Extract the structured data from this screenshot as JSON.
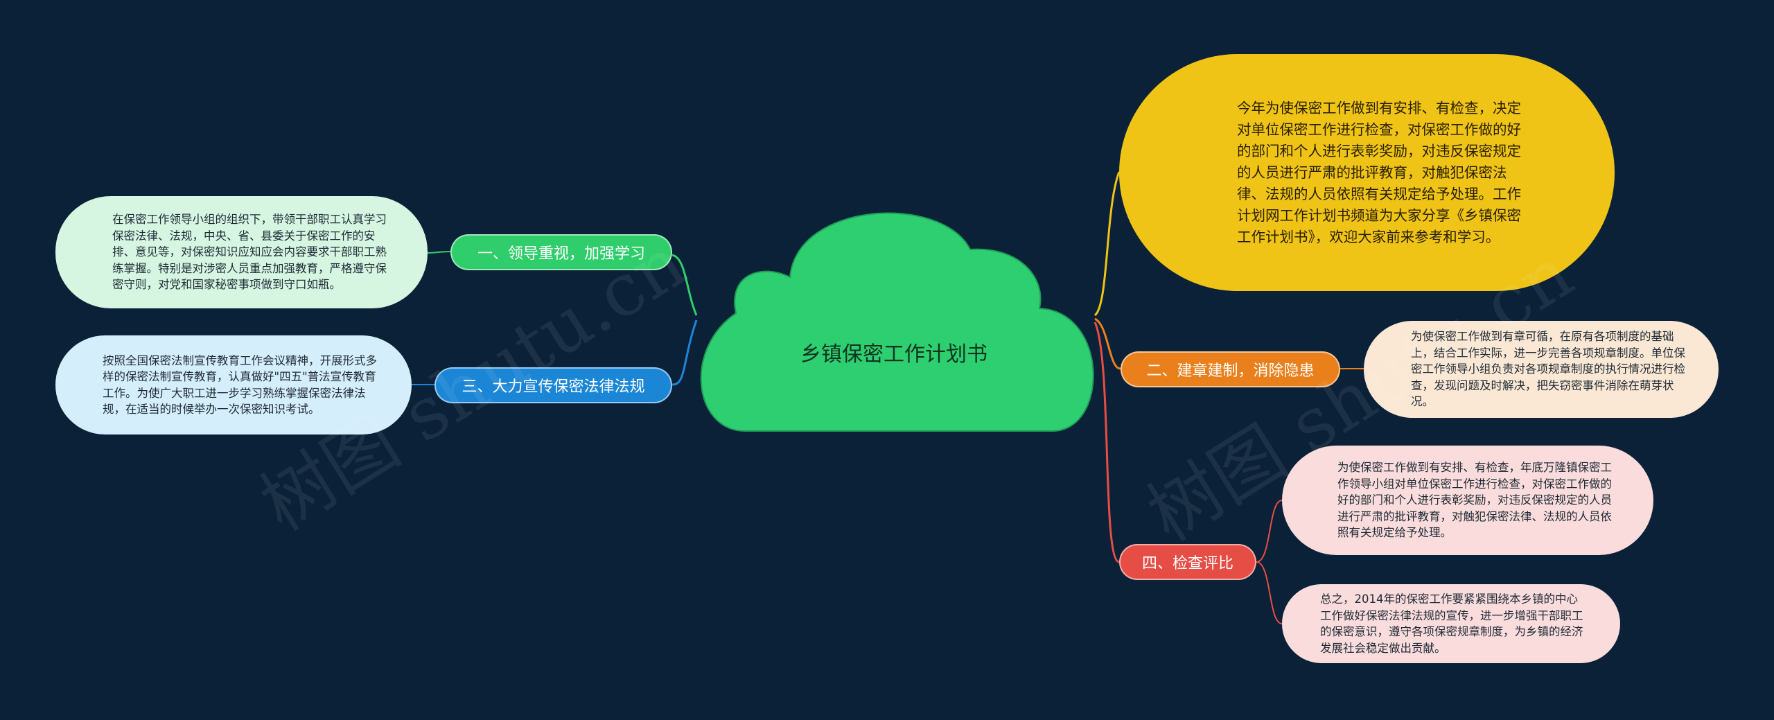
{
  "center": {
    "title": "乡镇保密工作计划书",
    "color": "#2ecf70"
  },
  "intro": {
    "text": "今年为使保密工作做到有安排、有检查，决定对单位保密工作进行检查，对保密工作做的好的部门和个人进行表彰奖励，对违反保密规定的人员进行严肃的批评教育，对触犯保密法律、法规的人员依照有关规定给予处理。工作计划网工作计划书频道为大家分享《乡镇保密工作计划书》，欢迎大家前来参考和学习。",
    "color": "#efc416"
  },
  "branches": {
    "b1": {
      "label": "一、领导重视，加强学习",
      "color": "#2fcd6b"
    },
    "b3": {
      "label": "三、大力宣传保密法律法规",
      "color": "#1c86d6"
    },
    "b2": {
      "label": "二、建章建制，消除隐患",
      "color": "#e9801c"
    },
    "b4": {
      "label": "四、检查评比",
      "color": "#e54d45"
    }
  },
  "leaves": {
    "l1": "在保密工作领导小组的组织下，带领干部职工认真学习保密法律、法规，中央、省、县委关于保密工作的安排、意见等，对保密知识应知应会内容要求干部职工熟练掌握。特别是对涉密人员重点加强教育，严格遵守保密守则，对党和国家秘密事项做到守口如瓶。",
    "l3": "按照全国保密法制宣传教育工作会议精神，开展形式多样的保密法制宣传教育，认真做好\"四五\"普法宣传教育工作。为使广大职工进一步学习熟练掌握保密法律法规，在适当的时候举办一次保密知识考试。",
    "l2": "为使保密工作做到有章可循，在原有各项制度的基础上，结合工作实际，进一步完善各项规章制度。单位保密工作领导小组负责对各项规章制度的执行情况进行检查，发现问题及时解决，把失窃密事件消除在萌芽状况。",
    "l4a": "为使保密工作做到有安排、有检查，年底万隆镇保密工作领导小组对单位保密工作进行检查，对保密工作做的好的部门和个人进行表彰奖励，对违反保密规定的人员进行严肃的批评教育，对触犯保密法律、法规的人员依照有关规定给予处理。",
    "l4b": "总之，2014年的保密工作要紧紧围绕本乡镇的中心工作做好保密法律法规的宣传，进一步增强干部职工的保密意识，遵守各项保密规章制度，为乡镇的经济发展社会稳定做出贡献。"
  },
  "watermarks": [
    "树图 shutu.cn",
    "树图 shutu.cn"
  ]
}
